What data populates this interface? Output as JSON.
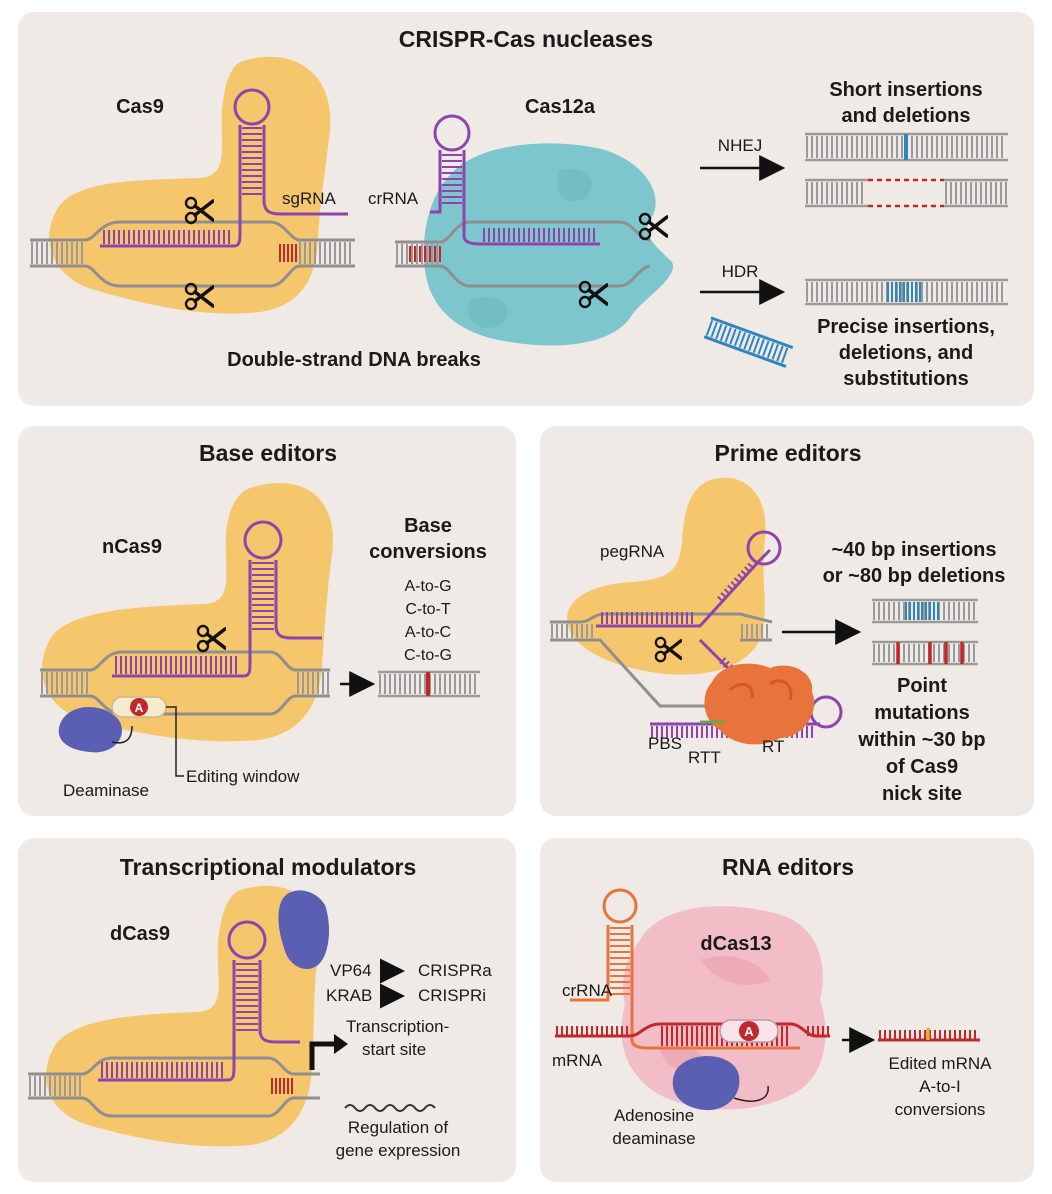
{
  "colors": {
    "panel": "#efeae5",
    "cas_yellow": "#f6c66c",
    "cas12_teal": "#7ec6cd",
    "cas13_pink": "#f3bdc8",
    "rna_purple": "#8e44ad",
    "dna_gray": "#9a9a9a",
    "red": "#c0282a",
    "blue": "#2e86c1",
    "orange": "#e8743b",
    "deaminase": "#5b5fb4"
  },
  "nucleases": {
    "title": "CRISPR-Cas nucleases",
    "cas9_label": "Cas9",
    "sgrna_label": "sgRNA",
    "cas12a_label": "Cas12a",
    "crrna_label": "crRNA",
    "nhej_label": "NHEJ",
    "hdr_label": "HDR",
    "short_indels_line1": "Short insertions",
    "short_indels_line2": "and deletions",
    "precise_line1": "Precise insertions,",
    "precise_line2": "deletions, and",
    "precise_line3": "substitutions",
    "dsb_caption": "Double-strand DNA breaks"
  },
  "base_editors": {
    "title": "Base editors",
    "ncas9_label": "nCas9",
    "conversions_line1": "Base",
    "conversions_line2": "conversions",
    "conversions": [
      "A-to-G",
      "C-to-T",
      "A-to-C",
      "C-to-G"
    ],
    "deaminase_label": "Deaminase",
    "editing_window_label": "Editing window",
    "a_badge": "A"
  },
  "prime_editors": {
    "title": "Prime editors",
    "pegrna_label": "pegRNA",
    "indels_line1": "~40 bp insertions",
    "indels_line2": "or ~80 bp deletions",
    "point_lines": [
      "Point",
      "mutations",
      "within ~30 bp",
      "of Cas9",
      "nick site"
    ],
    "pbs_label": "PBS",
    "rtt_label": "RTT",
    "rt_label": "RT"
  },
  "transcriptional": {
    "title": "Transcriptional modulators",
    "dcas9_label": "dCas9",
    "vp64": "VP64",
    "crispra": "CRISPRa",
    "krab": "KRAB",
    "crispri": "CRISPRi",
    "tss_line1": "Transcription-",
    "tss_line2": "start site",
    "regulation_line1": "Regulation of",
    "regulation_line2": "gene expression"
  },
  "rna_editors": {
    "title": "RNA editors",
    "dcas13_label": "dCas13",
    "crrna_label": "crRNA",
    "mrna_label": "mRNA",
    "adenosine_line1": "Adenosine",
    "adenosine_line2": "deaminase",
    "edited_line1": "Edited mRNA",
    "edited_line2": "A-to-I",
    "edited_line3": "conversions",
    "a_badge": "A"
  }
}
